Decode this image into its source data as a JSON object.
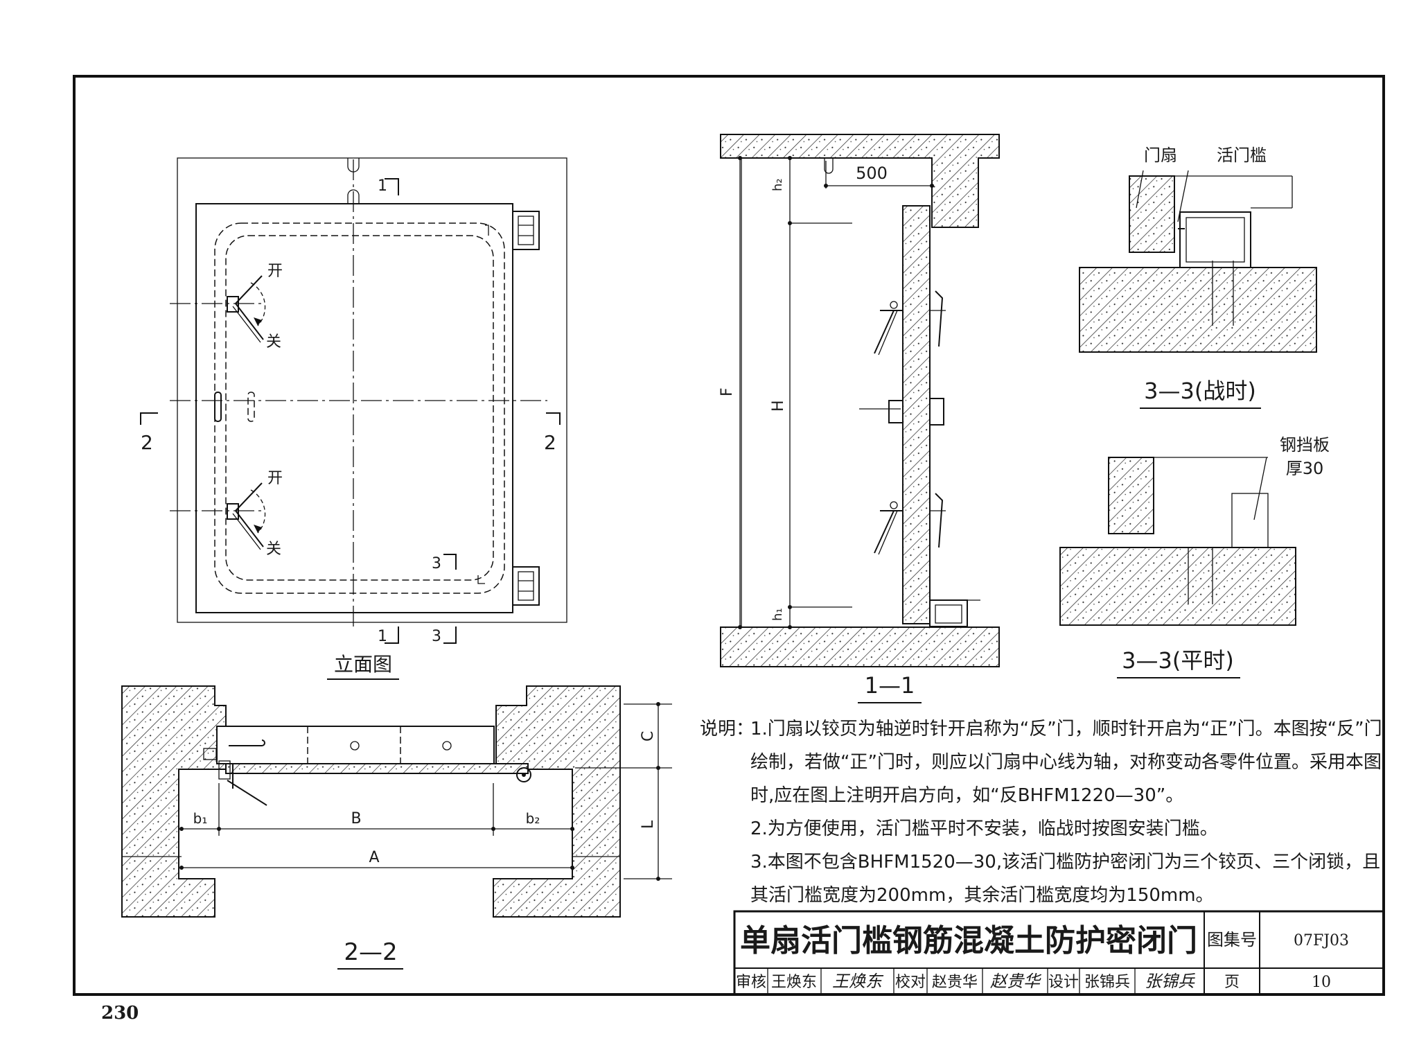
{
  "page_number": "230",
  "views": {
    "elevation": {
      "title": "立面图",
      "section_marks": {
        "s1_top": "1",
        "s1_bottom": "1",
        "s2_left": "2",
        "s2_right": "2",
        "s3_top": "3",
        "s3_bottom": "3"
      },
      "handle_labels": {
        "open": "开",
        "close": "关"
      }
    },
    "section_1_1": {
      "title": "1—1",
      "dims": {
        "d500": "500",
        "h2": "h₂",
        "h1": "h₁",
        "F": "F",
        "H": "H"
      }
    },
    "section_2_2": {
      "title": "2—2",
      "dims": {
        "b1": "b₁",
        "B": "B",
        "b2": "b₂",
        "A": "A",
        "C": "C",
        "L": "L"
      }
    },
    "section_3_3_war": {
      "title": "3—3(战时)",
      "labels": {
        "door_leaf": "门扇",
        "movable_sill": "活门槛"
      }
    },
    "section_3_3_peace": {
      "title": "3—3(平时)",
      "labels": {
        "steel_plate": "钢挡板",
        "thickness": "厚30"
      }
    }
  },
  "notes": {
    "prefix": "说明：",
    "lines": [
      "1.门扇以铰页为轴逆时针开启称为“反”门，顺时针开启为“正”门。本图按“反”门",
      "绘制，若做“正”门时，则应以门扇中心线为轴，对称变动各零件位置。采用本图",
      "时,应在图上注明开启方向，如“反BHFM1220—30”。",
      "2.为方便使用，活门槛平时不安装，临战时按图安装门槛。",
      "3.本图不包含BHFM1520—30,该活门槛防护密闭门为三个铰页、三个闭锁，且",
      "其活门槛宽度为200mm，其余活门槛宽度均为150mm。"
    ]
  },
  "title_block": {
    "title": "单扇活门槛钢筋混凝土防护密闭门",
    "atlas_label": "图集号",
    "atlas_value": "07FJ03",
    "review_label": "审核",
    "review_name": "王焕东",
    "review_sign": "王焕东",
    "check_label": "校对",
    "check_name": "赵贵华",
    "check_sign": "赵贵华",
    "design_label": "设计",
    "design_name": "张锦兵",
    "design_sign": "张锦兵",
    "page_label": "页",
    "page_value": "10"
  }
}
